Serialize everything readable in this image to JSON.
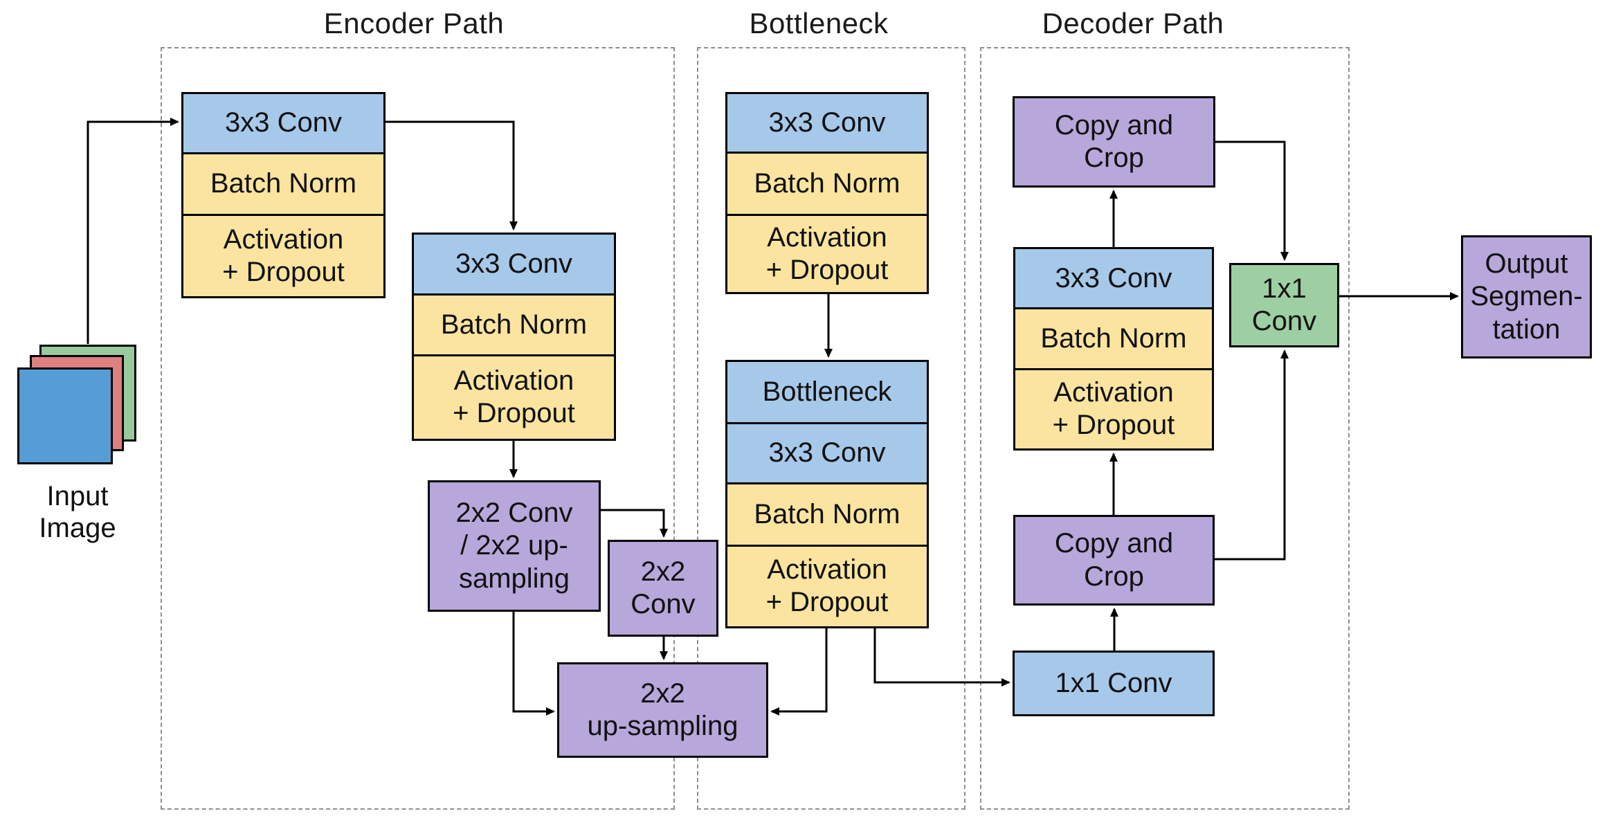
{
  "titles": {
    "encoder": "Encoder Path",
    "bottleneck": "Bottleneck",
    "decoder": "Decoder Path"
  },
  "input": {
    "label": "Input\nImage"
  },
  "blocks": {
    "enc1": {
      "rows": [
        {
          "label": "3x3 Conv"
        },
        {
          "label": "Batch Norm"
        },
        {
          "label": "Activation\n+ Dropout"
        }
      ]
    },
    "enc2": {
      "rows": [
        {
          "label": "3x3 Conv"
        },
        {
          "label": "Batch Norm"
        },
        {
          "label": "Activation\n+ Dropout"
        }
      ]
    },
    "enc_pool": {
      "label": "2x2 Conv\n/ 2x2 up-\nsampling"
    },
    "enc_conv2x2": {
      "label": "2x2\nConv"
    },
    "upsampling": {
      "label": "2x2\nup-sampling"
    },
    "bott1": {
      "rows": [
        {
          "label": "3x3 Conv"
        },
        {
          "label": "Batch Norm"
        },
        {
          "label": "Activation\n+ Dropout"
        }
      ]
    },
    "bott2": {
      "rows": [
        {
          "label": "Bottleneck"
        },
        {
          "label": "3x3 Conv"
        },
        {
          "label": "Batch Norm"
        },
        {
          "label": "Activation\n+ Dropout"
        }
      ]
    },
    "dec_copycrop_top": {
      "label": "Copy and\nCrop"
    },
    "dec_block": {
      "rows": [
        {
          "label": "3x3 Conv"
        },
        {
          "label": "Batch Norm"
        },
        {
          "label": "Activation\n+ Dropout"
        }
      ]
    },
    "dec_copycrop_bottom": {
      "label": "Copy and\nCrop"
    },
    "dec_conv1x1": {
      "label": "1x1 Conv"
    },
    "final_conv1x1": {
      "label": "1x1\nConv"
    },
    "output": {
      "label": "Output\nSegmen-\ntation"
    }
  },
  "colors": {
    "blue": "#a6c9ea",
    "yellow": "#fae49f",
    "purple": "#b7a7da",
    "green": "#9dcfa2",
    "input_blue": "#579dd5",
    "input_red": "#df7f7f",
    "input_green": "#98ca9d",
    "line": "#000000",
    "dash": "#8e8e8e"
  }
}
